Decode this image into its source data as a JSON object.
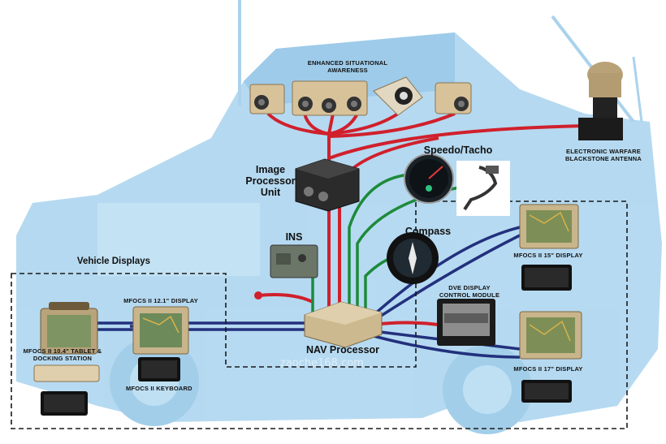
{
  "labels": {
    "esa": "ENHANCED SITUATIONAL\nAWARENESS",
    "ew_antenna": "ELECTRONIC WARFARE\nBLACKSTONE ANTENNA",
    "image_processor": "Image\nProcessor\nUnit",
    "speedo": "Speedo/Tacho",
    "ins": "INS",
    "compass": "Compass",
    "vehicle_displays": "Vehicle Displays",
    "mfocs_121": "MFOCS II 12.1\" DISPLAY",
    "mfocs_104": "MFOCS II 10.4\" TABLET &\nDOCKING STATION",
    "mfocs_keyboard": "MFOCS II KEYBOARD",
    "mfocs_15": "MFOCS II 15\" DISPLAY",
    "dve": "DVE DISPLAY\nCONTROL MODULE",
    "nav_processor": "NAV Processor",
    "mfocs_17": "MFOCS II 17\" DISPLAY",
    "watermark": "zaoche168.com"
  },
  "colors": {
    "vehicle_tint": "#a9d3ee",
    "power_line": "#d0202c",
    "nav_line": "#1d8a3a",
    "video_line": "#22307d",
    "tan_hardware": "#d8c29a",
    "dashed_box": "#1a1a1a"
  }
}
